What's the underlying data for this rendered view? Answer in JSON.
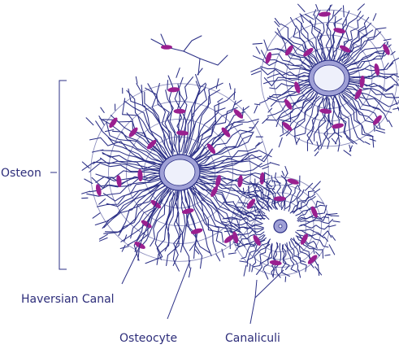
{
  "labels": {
    "osteon": "Osteon",
    "haversian_canal": "Haversian Canal",
    "osteocyte": "Osteocyte",
    "canaliculi": "Canaliculi"
  },
  "colors": {
    "canaliculi_lines": "#2b2f86",
    "osteocyte_fill": "#9a1f8f",
    "canal_fill": "#9fa0d6",
    "canal_lumen": "#eef0fb",
    "label_text": "#2d2d7a"
  }
}
